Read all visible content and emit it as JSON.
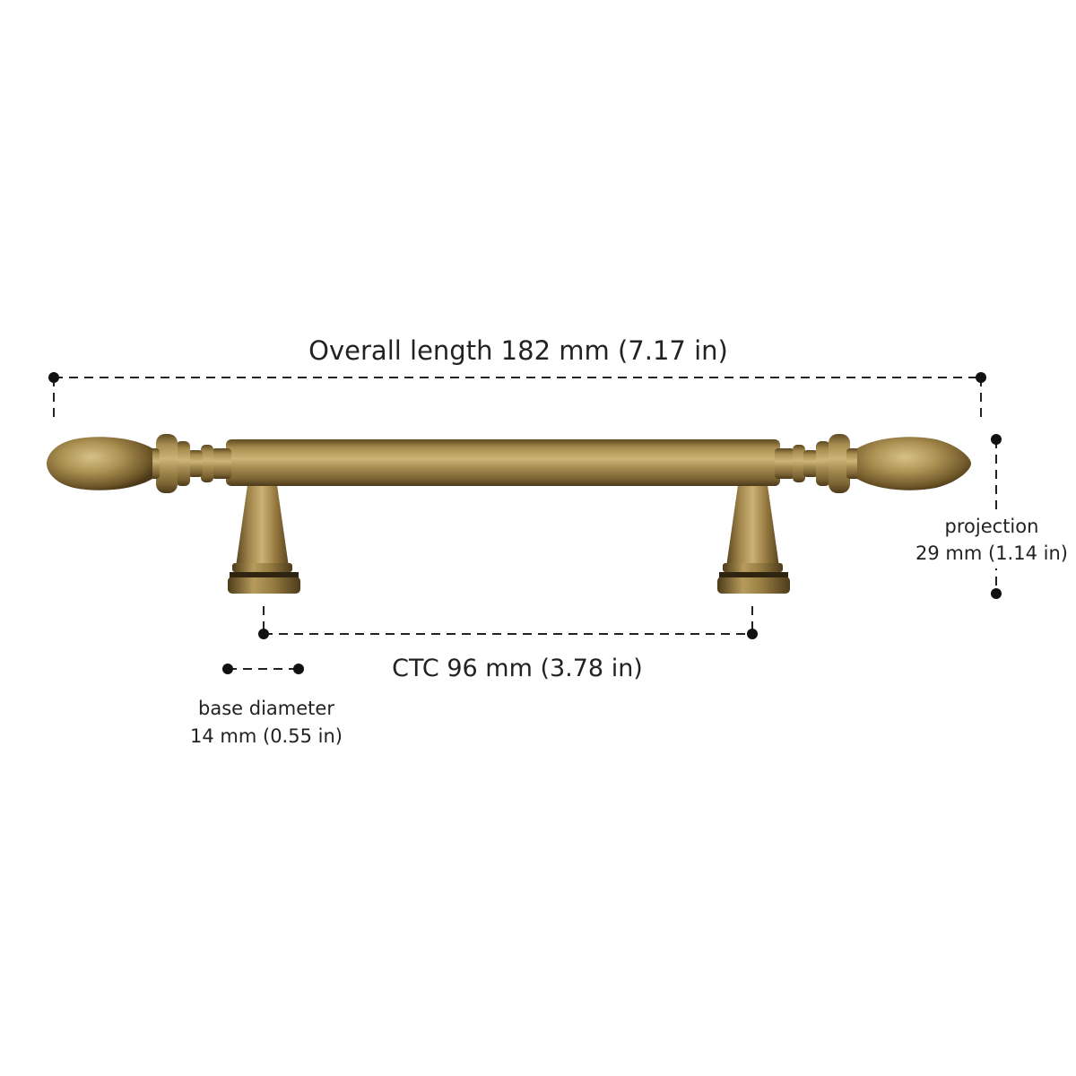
{
  "dimensions": {
    "overall_length": "Overall length 182 mm (7.17 in)",
    "projection_label": "projection",
    "projection_value": "29 mm (1.14 in)",
    "ctc": "CTC 96 mm (3.78 in)",
    "base_diameter_label": "base diameter",
    "base_diameter_value": "14 mm (0.55 in)"
  },
  "colors": {
    "brass_light": "#c8ad6e",
    "brass_mid": "#9c8146",
    "brass_dark": "#5a4520",
    "dimension_line": "#222222"
  }
}
